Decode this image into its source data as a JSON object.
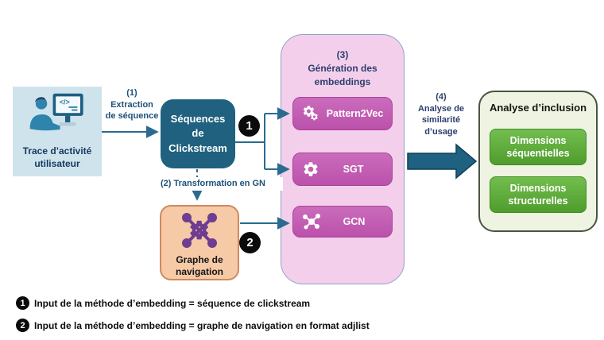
{
  "diagram": {
    "trace_box": {
      "label": "Trace d’activité\nutilisateur",
      "icon": "person-at-computer-icon"
    },
    "step1": {
      "label": "(1)\nExtraction\nde séquence"
    },
    "clickstream_box": {
      "label": "Séquences\nde\nClickstream"
    },
    "badge1": "1",
    "step2": {
      "label": "(2) Transformation en GN"
    },
    "graphe_box": {
      "label": "Graphe de\nnavigation",
      "icon": "gear-network-icon"
    },
    "badge2": "2",
    "embeddings_panel": {
      "title": "(3)\nGénération des\nembeddings",
      "methods": [
        {
          "label": "Pattern2Vec",
          "icon": "double-gear-icon"
        },
        {
          "label": "SGT",
          "icon": "gear-icon"
        },
        {
          "label": "GCN",
          "icon": "network-icon"
        }
      ]
    },
    "step4": {
      "label": "(4)\nAnalyse de\nsimilarité\nd’usage"
    },
    "inclusion_panel": {
      "title": "Analyse d’inclusion",
      "items": [
        "Dimensions\nséquentielles",
        "Dimensions\nstructurelles"
      ]
    }
  },
  "legend": [
    {
      "badge": "1",
      "text": "Input de la méthode d’embedding = séquence de clickstream"
    },
    {
      "badge": "2",
      "text": "Input de la méthode d’embedding = graphe de navigation en format adjlist"
    }
  ],
  "colors": {
    "light_blue_box": "#cfe3ec",
    "teal_box": "#20617f",
    "peach_box": "#f6c9a7",
    "pink_panel": "#f3cfec",
    "magenta_button": "#c45fb3",
    "green_panel": "#eff3e2",
    "green_button": "#55a433",
    "navy_label": "#1c5078",
    "indigo_title": "#2c3e6d",
    "connector": "#2a6b8f",
    "big_arrow": "#1f6181",
    "badge_black": "#0b0b0b",
    "purple_icon": "#6f3d8f"
  }
}
